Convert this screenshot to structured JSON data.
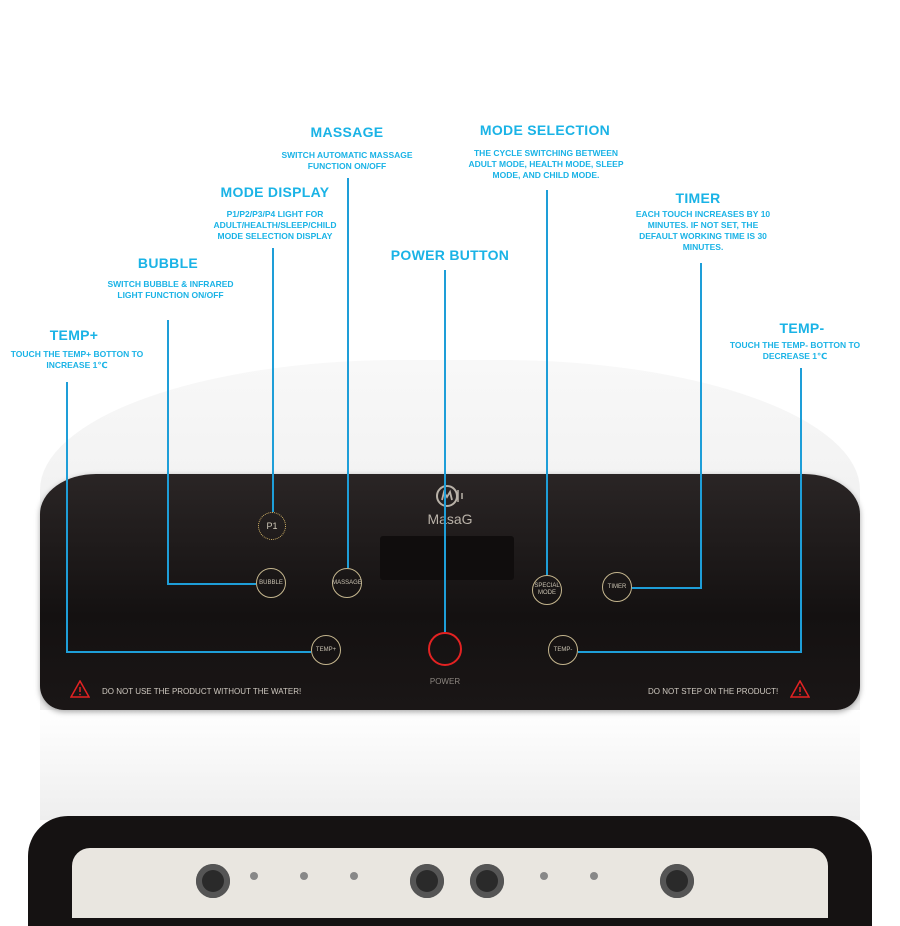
{
  "annotations": {
    "massage": {
      "title": "MASSAGE",
      "desc": "SWITCH AUTOMATIC MASSAGE FUNCTION ON/OFF"
    },
    "mode_selection": {
      "title": "MODE SELECTION",
      "desc": "THE CYCLE SWITCHING BETWEEN ADULT MODE, HEALTH MODE, SLEEP MODE, AND CHILD MODE."
    },
    "mode_display": {
      "title": "MODE DISPLAY",
      "desc": "P1/P2/P3/P4 LIGHT FOR ADULT/HEALTH/SLEEP/CHILD MODE SELECTION DISPLAY"
    },
    "timer": {
      "title": "TIMER",
      "desc": "EACH TOUCH INCREASES BY 10 MINUTES. IF NOT SET, THE DEFAULT WORKING TIME IS 30 MINUTES."
    },
    "power_button": {
      "title": "POWER BUTTON"
    },
    "bubble": {
      "title": "BUBBLE",
      "desc": "SWITCH BUBBLE & INFRARED LIGHT FUNCTION ON/OFF"
    },
    "temp_plus": {
      "title": "TEMP+",
      "desc": "TOUCH  THE TEMP+ BOTTON TO INCREASE 1℃"
    },
    "temp_minus": {
      "title": "TEMP-",
      "desc": "TOUCH  THE TEMP- BOTTON TO DECREASE 1℃"
    }
  },
  "panel": {
    "brand": "MasaG",
    "mode_indicator": "P1",
    "buttons": {
      "bubble": "BUBBLE",
      "massage": "MASSAGE",
      "special_mode": "SPECIAL MODE",
      "timer": "TIMER",
      "temp_plus": "TEMP+",
      "temp_minus": "TEMP-"
    },
    "power_label": "POWER",
    "warning_left": "DO NOT USE THE PRODUCT WITHOUT THE WATER!",
    "warning_right": "DO NOT STEP ON THE PRODUCT!"
  },
  "colors": {
    "accent": "#1ab3e6",
    "leader_line": "#1e9ed8",
    "panel": "#1a1616",
    "power": "#e32222",
    "warning": "#e32222"
  }
}
